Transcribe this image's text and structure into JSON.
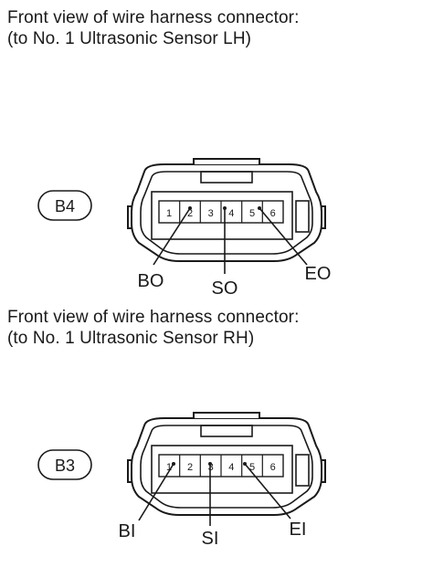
{
  "sections": [
    {
      "caption_line1": "Front view of wire harness connector:",
      "caption_line2": "(to No. 1 Ultrasonic Sensor LH)",
      "connector_id": "B4",
      "pins": [
        "1",
        "2",
        "3",
        "4",
        "5",
        "6"
      ],
      "labels": [
        "BO",
        "SO",
        "EO"
      ]
    },
    {
      "caption_line1": "Front view of wire harness connector:",
      "caption_line2": "(to No. 1 Ultrasonic Sensor RH)",
      "connector_id": "B3",
      "pins": [
        "1",
        "2",
        "3",
        "4",
        "5",
        "6"
      ],
      "labels": [
        "BI",
        "SI",
        "EI"
      ]
    }
  ]
}
